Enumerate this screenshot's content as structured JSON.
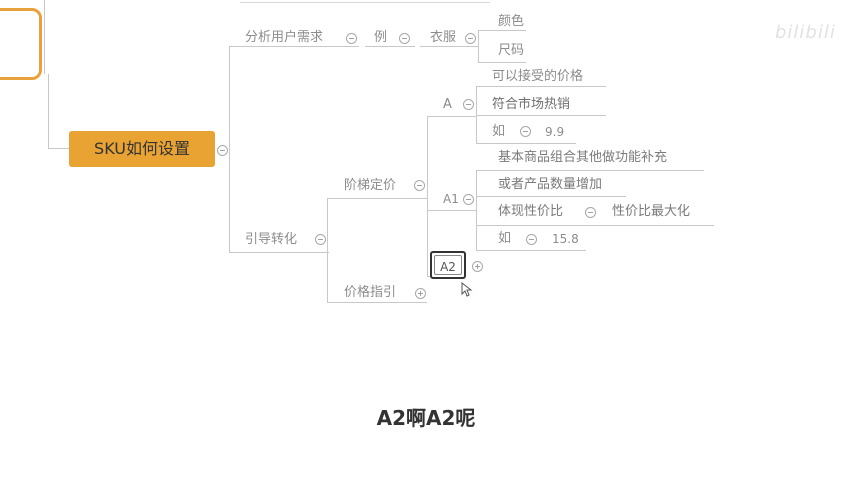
{
  "mindmap": {
    "root_label": "SKU如何设置",
    "branch1": {
      "label": "分析用户需求",
      "child": "例",
      "grandchild": "衣服",
      "leaves": [
        "颜色",
        "尺码"
      ]
    },
    "branch2": {
      "label": "引导转化",
      "tier_pricing": {
        "label": "阶梯定价",
        "a": {
          "label": "A",
          "items": [
            "可以接受的价格",
            "符合市场热销"
          ],
          "example_label": "如",
          "example_value": "9.9"
        },
        "a1": {
          "label": "A1",
          "items": [
            "基本商品组合其他做功能补充",
            "或者产品数量增加"
          ],
          "value_label": "体现性价比",
          "value_detail": "性价比最大化",
          "example_label": "如",
          "example_value": "15.8"
        },
        "a2": {
          "label": "A2"
        }
      },
      "price_guide": {
        "label": "价格指引"
      }
    }
  },
  "subtitle": "A2啊A2呢",
  "watermark": "bilibili"
}
